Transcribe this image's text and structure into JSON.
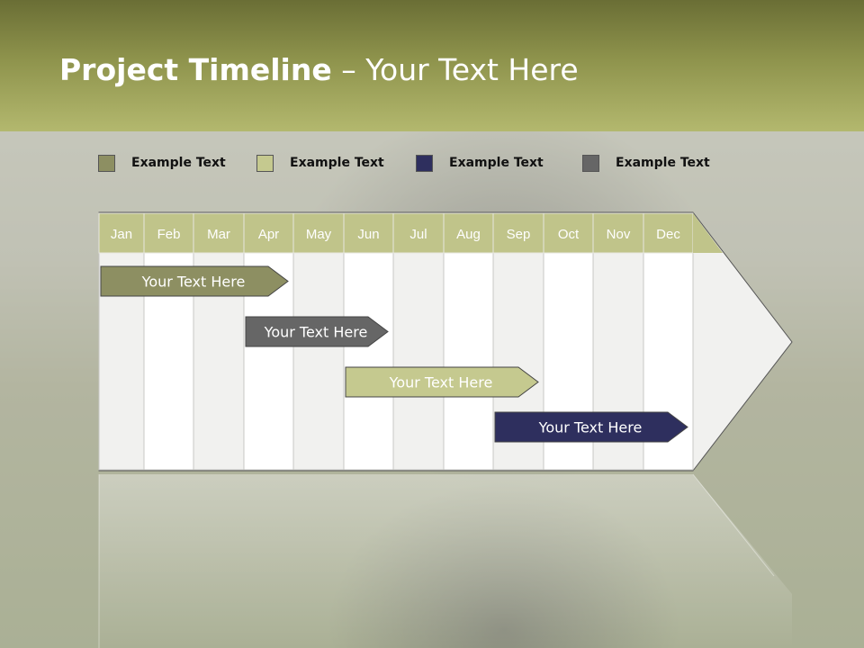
{
  "title": {
    "bold": "Project Timeline",
    "rest": " – Your Text Here"
  },
  "legend": [
    {
      "label": "Example Text",
      "color": "#8d8f62"
    },
    {
      "label": "Example Text",
      "color": "#c5c98f"
    },
    {
      "label": "Example Text",
      "color": "#2e2f5e"
    },
    {
      "label": "Example Text",
      "color": "#666666"
    }
  ],
  "months": [
    "Jan",
    "Feb",
    "Mar",
    "Apr",
    "May",
    "Jun",
    "Jul",
    "Aug",
    "Sep",
    "Oct",
    "Nov",
    "Dec"
  ],
  "tasks": [
    {
      "label": "Your  Text Here",
      "start": "Jan",
      "end": "Apr",
      "color": "#8d8f62"
    },
    {
      "label": "Your  Text Here",
      "start": "Apr",
      "end": "Jun",
      "color": "#666666"
    },
    {
      "label": "Your  Text Here",
      "start": "Jun",
      "end": "Sep",
      "color": "#c5c98f"
    },
    {
      "label": "Your  Text Here",
      "start": "Sep",
      "end": "Dec",
      "color": "#2e2f5e"
    }
  ],
  "colors": {
    "header_band": "#8e934c",
    "month_header": "#c0c48a",
    "column_light": "#f1f1ef",
    "column_white": "#ffffff"
  }
}
